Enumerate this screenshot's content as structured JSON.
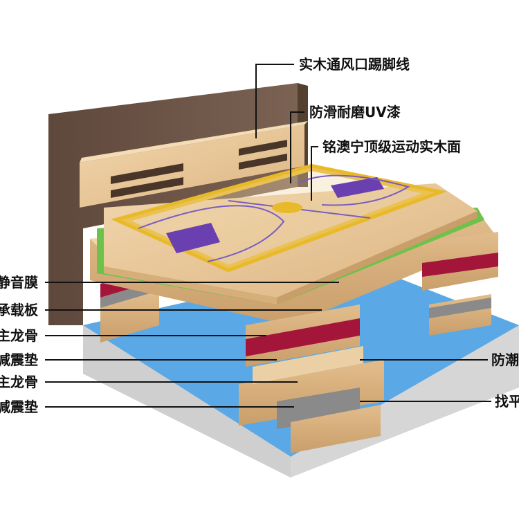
{
  "diagram": {
    "title": "",
    "labels_right": [
      {
        "id": "baseboard",
        "text": "实木通风口踢脚线"
      },
      {
        "id": "uv-paint",
        "text": "防滑耐磨UV漆"
      },
      {
        "id": "top-floor",
        "text": "铭澳宁顶级运动实木面"
      },
      {
        "id": "moisture",
        "text": "防潮"
      },
      {
        "id": "leveling",
        "text": "找平"
      }
    ],
    "labels_left": [
      {
        "id": "sound-membrane",
        "text": "静音膜"
      },
      {
        "id": "load-board",
        "text": "承载板"
      },
      {
        "id": "upper-keel",
        "text": "主龙骨"
      },
      {
        "id": "upper-pad",
        "text": "减震垫"
      },
      {
        "id": "lower-keel",
        "text": "主龙骨"
      },
      {
        "id": "lower-pad",
        "text": "减震垫"
      }
    ]
  },
  "colors": {
    "wall": "#6e5648",
    "wood": "#e8c79a",
    "wood_dark": "#c99e6a",
    "court_line": "#e8b928",
    "paint_area": "#6a3fb0",
    "green_layer": "#6cc24a",
    "red_pad": "#a3163a",
    "gray_pad": "#8a8a8a",
    "moisture_film": "#5aa9e6",
    "base": "#d8d8d8"
  }
}
